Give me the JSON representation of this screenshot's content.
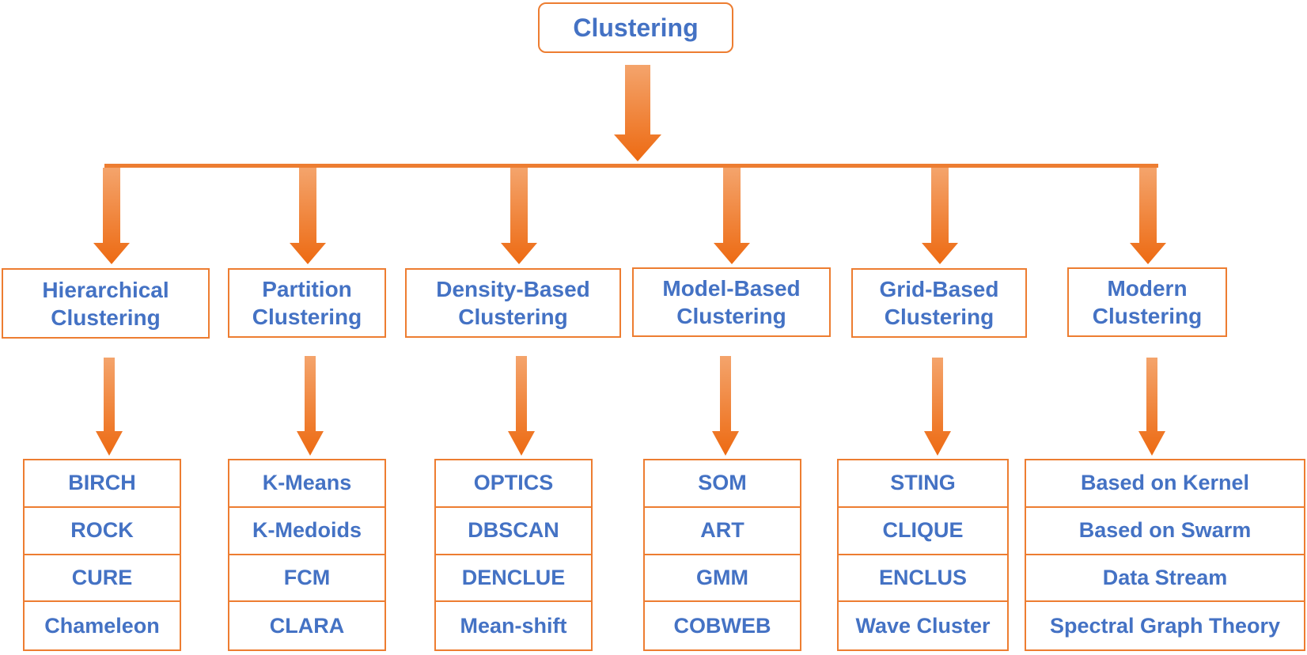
{
  "root": {
    "label": "Clustering"
  },
  "categories": [
    {
      "line1": "Hierarchical",
      "line2": "Clustering",
      "methods": [
        "BIRCH",
        "ROCK",
        "CURE",
        "Chameleon"
      ]
    },
    {
      "line1": "Partition",
      "line2": "Clustering",
      "methods": [
        "K-Means",
        "K-Medoids",
        "FCM",
        "CLARA"
      ]
    },
    {
      "line1": "Density-Based",
      "line2": "Clustering",
      "methods": [
        "OPTICS",
        "DBSCAN",
        "DENCLUE",
        "Mean-shift"
      ]
    },
    {
      "line1": "Model-Based",
      "line2": "Clustering",
      "methods": [
        "SOM",
        "ART",
        "GMM",
        "COBWEB"
      ]
    },
    {
      "line1": "Grid-Based",
      "line2": "Clustering",
      "methods": [
        "STING",
        "CLIQUE",
        "ENCLUS",
        "Wave Cluster"
      ]
    },
    {
      "line1": "Modern",
      "line2": "Clustering",
      "methods": [
        "Based on Kernel",
        "Based on Swarm",
        "Data Stream",
        "Spectral Graph Theory"
      ]
    }
  ],
  "colors": {
    "accent": "#ED7D31",
    "text": "#4472C4",
    "arrow_light": "#F4A46C",
    "arrow_dark": "#ED6A12"
  }
}
